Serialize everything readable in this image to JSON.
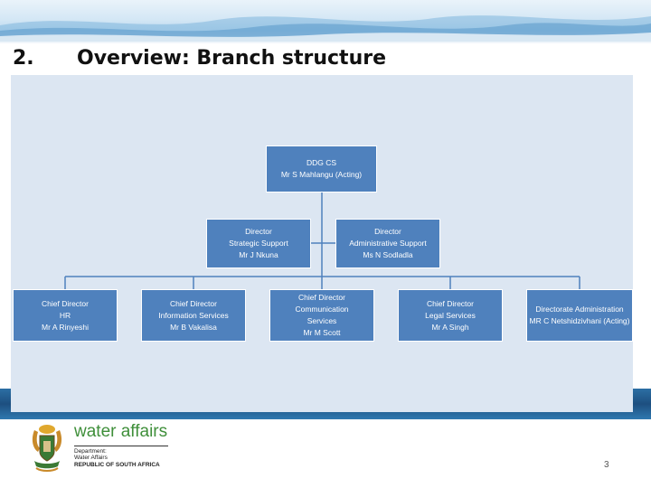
{
  "header": {
    "slide_number": "2.",
    "title": "Overview: Branch structure"
  },
  "org_chart": {
    "top": {
      "lines": [
        "DDG CS",
        "Mr S Mahlangu (Acting)"
      ]
    },
    "directors": [
      {
        "lines": [
          "Director",
          "Strategic Support",
          "Mr J Nkuna"
        ]
      },
      {
        "lines": [
          "Director",
          "Administrative Support",
          "Ms N Sodladla"
        ]
      }
    ],
    "chief_directors": [
      {
        "lines": [
          "Chief Director",
          "HR",
          "Mr A Rinyeshi"
        ]
      },
      {
        "lines": [
          "Chief Director",
          "Information Services",
          "Mr B Vakalisa"
        ]
      },
      {
        "lines": [
          "Chief Director",
          "Communication",
          "Services",
          "Mr M Scott"
        ]
      },
      {
        "lines": [
          "Chief Director",
          "Legal Services",
          "Mr A Singh"
        ]
      },
      {
        "lines": [
          "Directorate Administration",
          "MR C Netshidzivhani (Acting)"
        ]
      }
    ],
    "colors": {
      "box": "#4f81bd",
      "panel": "#dce6f2",
      "connector": "#4f81bd"
    }
  },
  "footer": {
    "brand_name": "water affairs",
    "dept_lines": [
      "Department:",
      "Water Affairs"
    ],
    "country": "REPUBLIC OF SOUTH AFRICA",
    "logo_icon": "coat-of-arms-icon",
    "page_number": "3"
  }
}
